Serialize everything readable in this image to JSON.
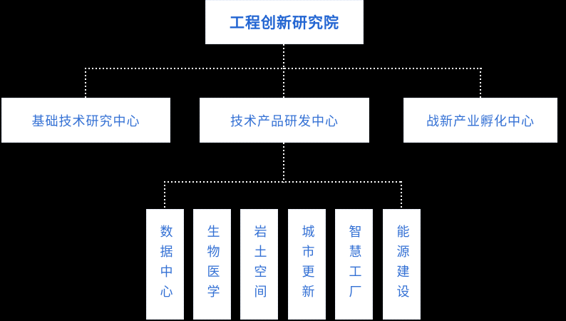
{
  "diagram": {
    "type": "org-chart",
    "root": {
      "label": "工程创新研究院"
    },
    "centers": [
      {
        "label": "基础技术研究中心"
      },
      {
        "label": "技术产品研发中心"
      },
      {
        "label": "战新产业孵化中心"
      }
    ],
    "sub_centers_parent": "技术产品研发中心",
    "sub_centers": [
      {
        "label": "数据中心"
      },
      {
        "label": "生物医学"
      },
      {
        "label": "岩土空间"
      },
      {
        "label": "城市更新"
      },
      {
        "label": "智慧工厂"
      },
      {
        "label": "能源建设"
      }
    ],
    "colors": {
      "background": "#000000",
      "node_background": "#ffffff",
      "node_border": "#d7e1f3",
      "node_text": "#3370d4",
      "root_text": "#2265d2",
      "connector": "#ffffff"
    },
    "connector_style": "dotted"
  }
}
